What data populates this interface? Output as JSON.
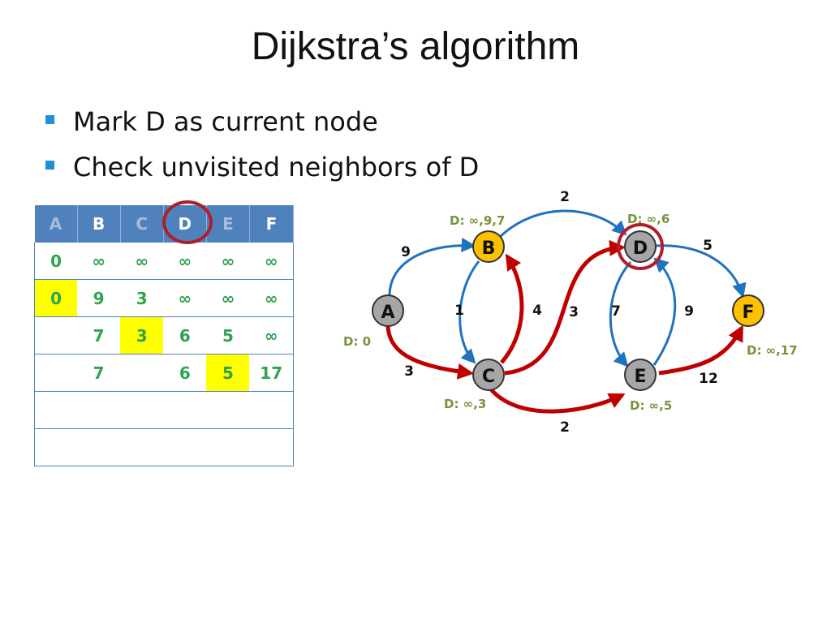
{
  "slide": {
    "title": "Dijkstra’s  algorithm",
    "bullets": [
      "Mark D as current node",
      "Check unvisited neighbors of D"
    ]
  },
  "table": {
    "headers": [
      "A",
      "B",
      "C",
      "D",
      "E",
      "F"
    ],
    "rows": [
      [
        "0",
        "∞",
        "∞",
        "∞",
        "∞",
        "∞"
      ],
      [
        "0",
        "9",
        "3",
        "∞",
        "∞",
        "∞"
      ],
      [
        "",
        "7",
        "3",
        "6",
        "5",
        "∞"
      ],
      [
        "",
        "7",
        "",
        "6",
        "5",
        "17"
      ],
      [
        "",
        "",
        "",
        "",
        "",
        ""
      ],
      [
        "",
        "",
        "",
        "",
        "",
        ""
      ]
    ]
  },
  "graph": {
    "nodes": {
      "A": {
        "label": "A",
        "distance": "D: 0"
      },
      "B": {
        "label": "B",
        "distance": "D: ∞,9,7"
      },
      "C": {
        "label": "C",
        "distance": "D: ∞,3"
      },
      "D": {
        "label": "D",
        "distance": "D: ∞,6"
      },
      "E": {
        "label": "E",
        "distance": "D: ∞,5"
      },
      "F": {
        "label": "F",
        "distance": "D: ∞,17"
      }
    },
    "edge_weights": {
      "A-B": "9",
      "A-C": "3",
      "B-C": "1",
      "C-B": "4",
      "B-D": "2",
      "C-D": "3",
      "C-E": "2",
      "D-F": "5",
      "D-E": "7",
      "E-D": "9",
      "E-F": "12"
    },
    "colors": {
      "visited_node": "#a6a6a6",
      "unvisited_node": "#ffc000",
      "shortest_path_edge": "#c00000",
      "edge": "#1e73be",
      "distance_label": "#77933c",
      "current_ring": "#b01e2a"
    }
  }
}
